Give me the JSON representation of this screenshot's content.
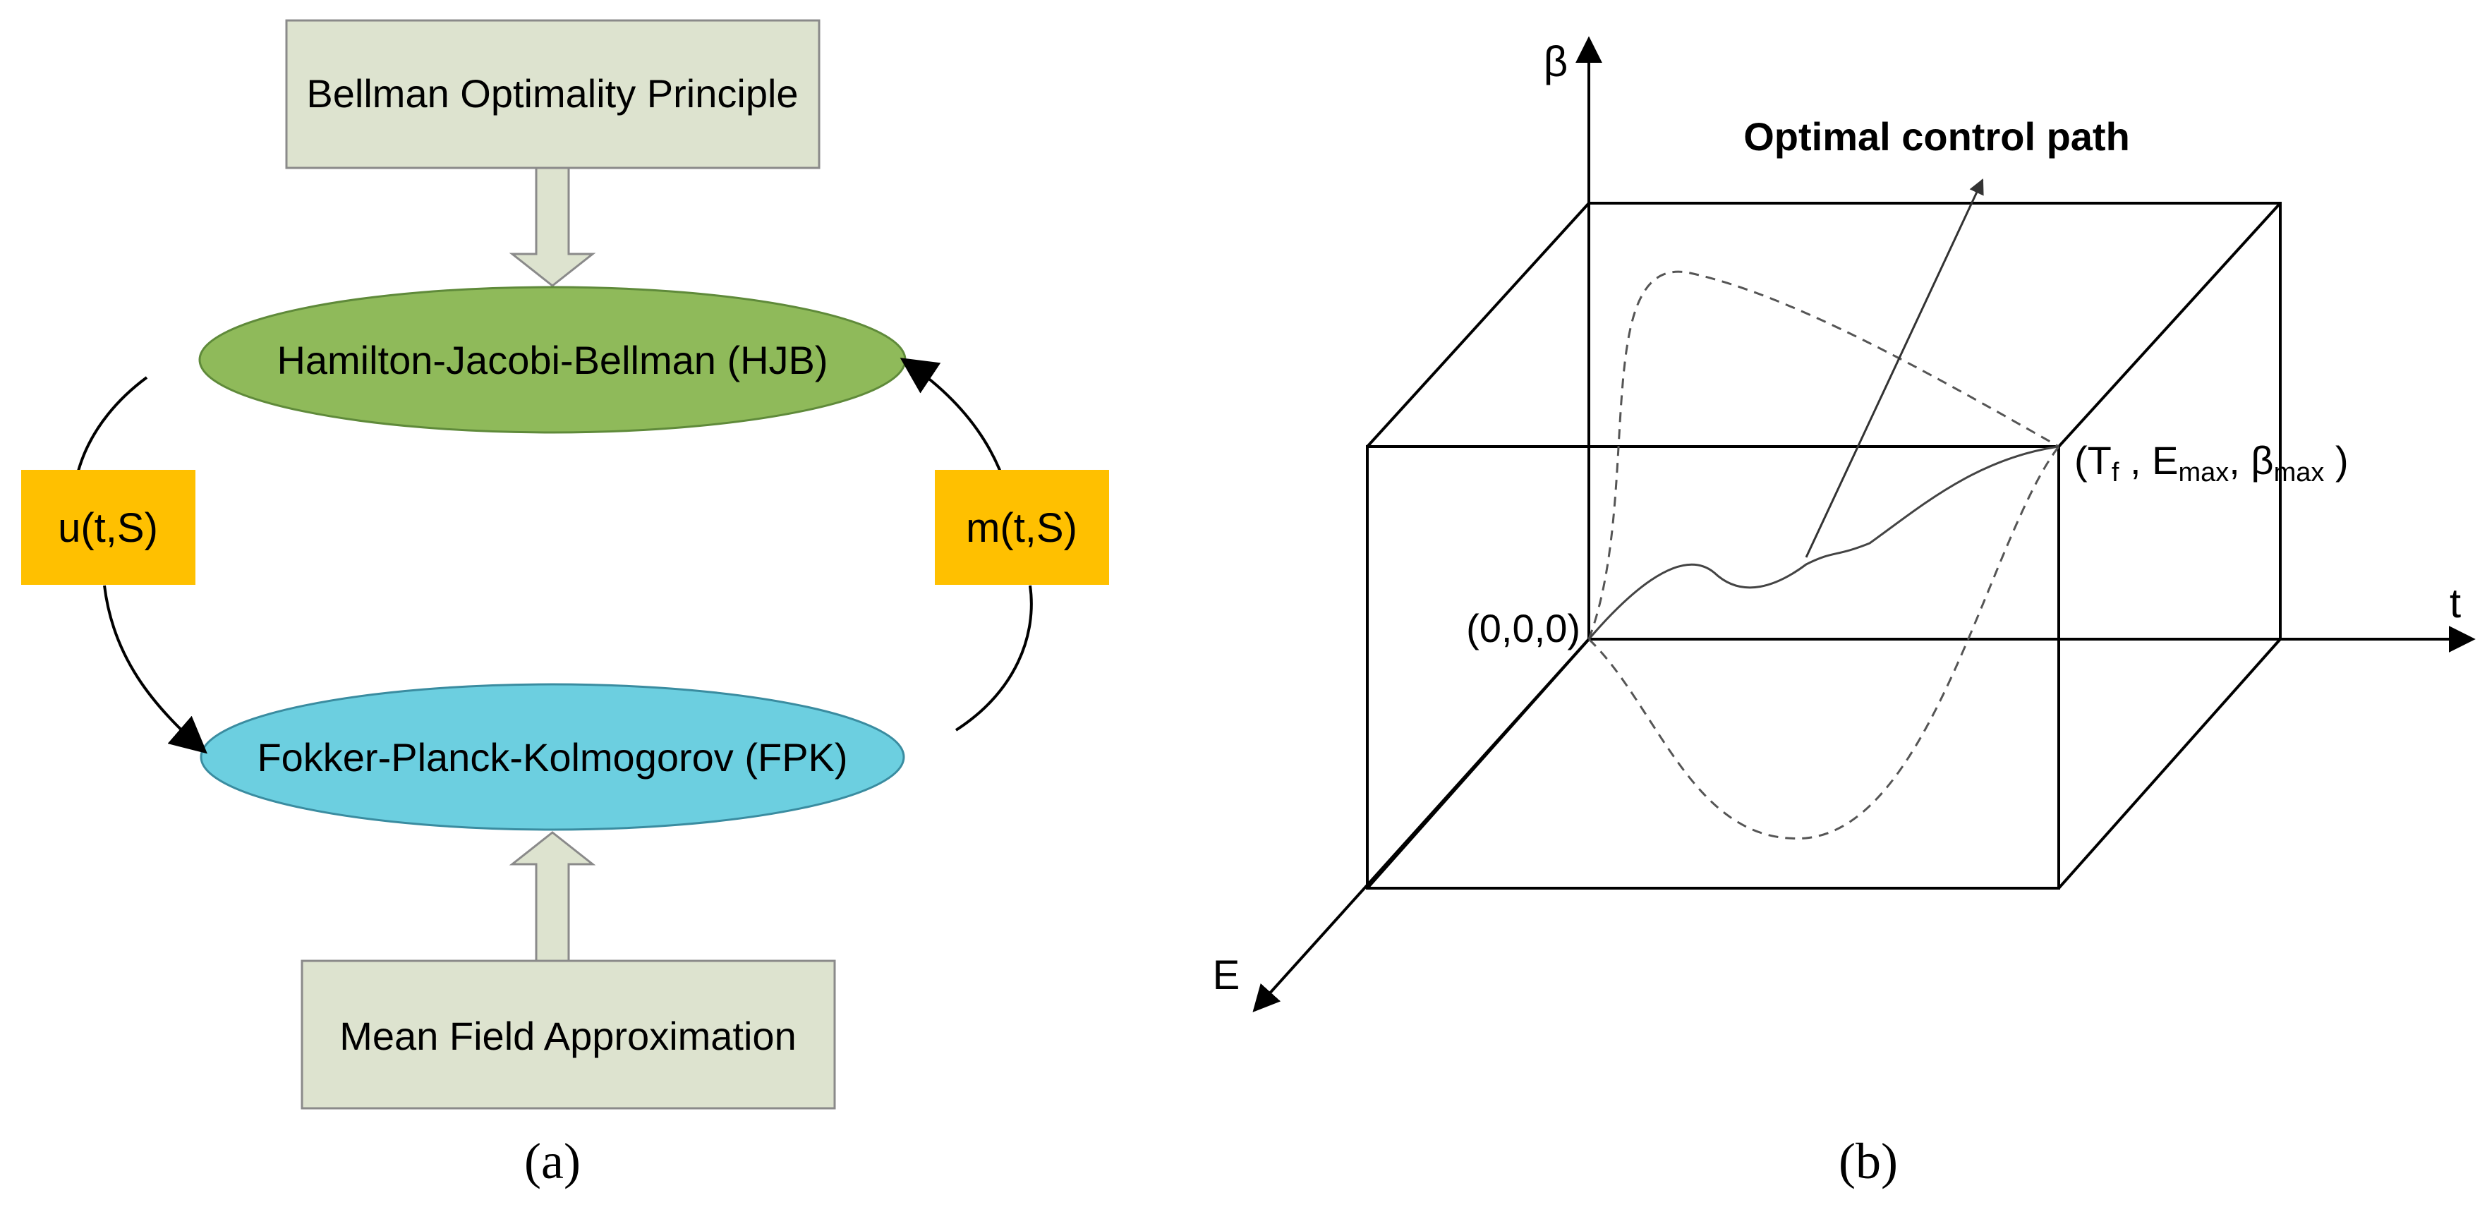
{
  "colors": {
    "box_fill": "#dde3cf",
    "box_stroke": "#8a8a8a",
    "hjb_fill": "#8fba5a",
    "hjb_stroke": "#5f8a3a",
    "fpk_fill": "#6ccfe0",
    "fpk_stroke": "#3a8ca0",
    "label_fill": "#ffc000",
    "line": "#000000",
    "curve": "#444444"
  },
  "panel_a": {
    "caption": "(a)",
    "top_box": "Bellman Optimality Principle",
    "hjb": "Hamilton-Jacobi-Bellman (HJB)",
    "fpk": "Fokker-Planck-Kolmogorov (FPK)",
    "bottom_box": "Mean Field Approximation",
    "left_label": "u(t,S)",
    "right_label": "m(t,S)"
  },
  "panel_b": {
    "caption": "(b)",
    "axis_beta": "β",
    "axis_t": "t",
    "axis_E": "E",
    "origin": "(0,0,0)",
    "end_point": {
      "open": "(",
      "T": "T",
      "T_sub": "f",
      "sep1": " , ",
      "E": "E",
      "E_sub": "max",
      "sep2": ",  ",
      "beta": "β",
      "beta_sub": "max",
      "close": " )"
    },
    "path_label": "Optimal control path"
  }
}
